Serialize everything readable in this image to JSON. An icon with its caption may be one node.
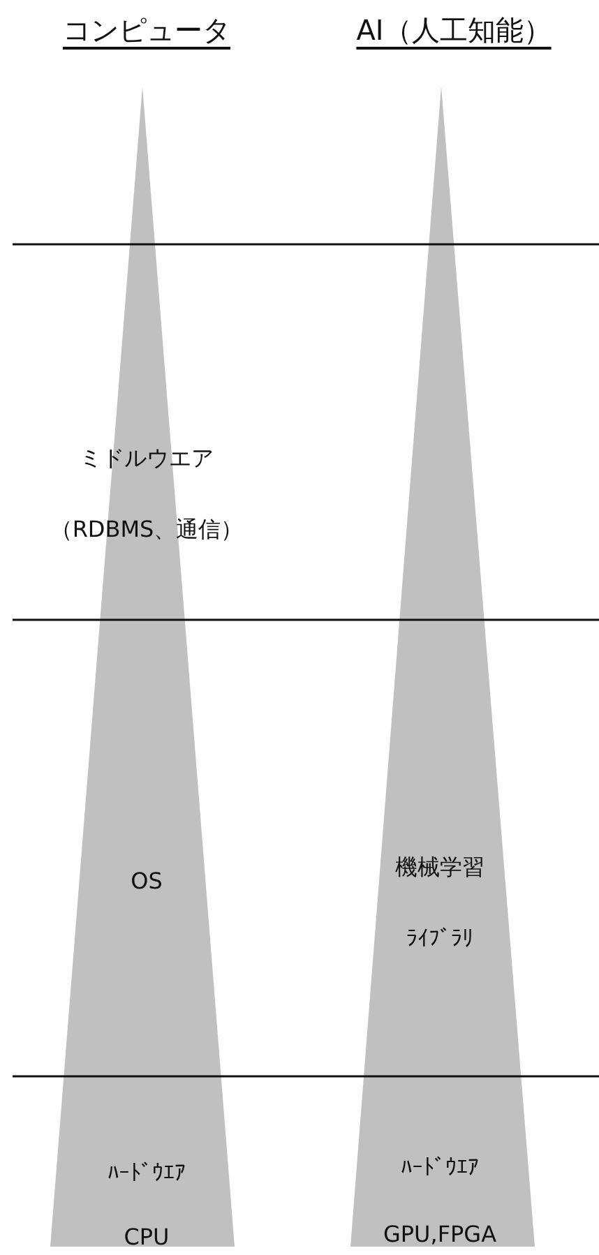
{
  "diagram": {
    "labels": [
      "コンピュータ",
      "AI（人工知能）",
      "ミドルウエア",
      "（RDBMS、通信）",
      "機械学習",
      "OS",
      "ﾗｲﾌﾞﾗﾘ",
      "ﾊｰﾄﾞｳｴｱ",
      "ﾊｰﾄﾞｳｴｱ",
      "GPU,FPGA",
      "CPU"
    ]
  }
}
